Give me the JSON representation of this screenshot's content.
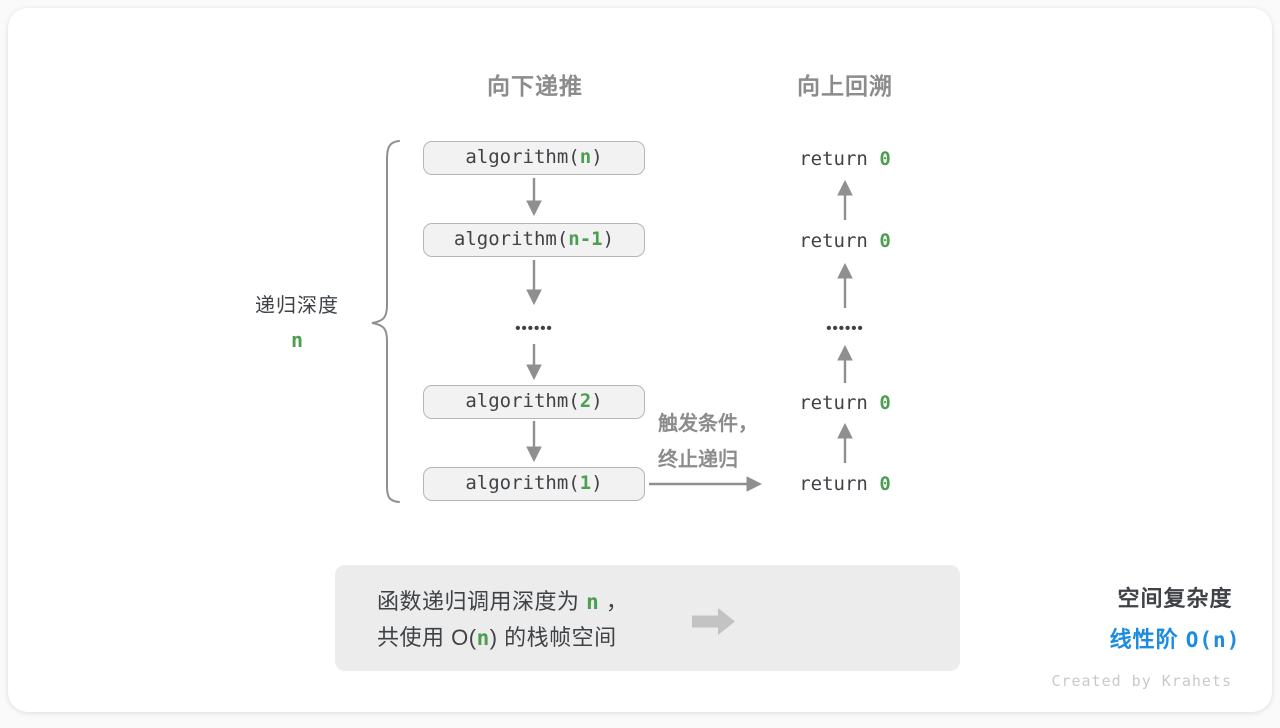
{
  "headers": {
    "descend": "向下递推",
    "backtrack": "向上回溯"
  },
  "depth_label": {
    "text": "递归深度",
    "value": "n"
  },
  "calls": [
    {
      "pre": "algorithm(",
      "arg": "n",
      "post": ")"
    },
    {
      "pre": "algorithm(",
      "arg": "n-1",
      "post": ")"
    },
    {
      "pre": "algorithm(",
      "arg": "2",
      "post": ")"
    },
    {
      "pre": "algorithm(",
      "arg": "1",
      "post": ")"
    }
  ],
  "returns": [
    {
      "pre": "return ",
      "val": "0"
    },
    {
      "pre": "return ",
      "val": "0"
    },
    {
      "pre": "return ",
      "val": "0"
    },
    {
      "pre": "return ",
      "val": "0"
    }
  ],
  "dots": "••••••",
  "trigger_note": {
    "line1": "触发条件，",
    "line2": "终止递归"
  },
  "summary": {
    "left_line1_pre": "函数递归调用深度为 ",
    "left_line1_var": "n",
    "left_line1_post": " ，",
    "left_line2_pre": "共使用 O(",
    "left_line2_var": "n",
    "left_line2_post": ") 的栈帧空间",
    "right_title": "空间复杂度",
    "right_result_pre": "线性阶 ",
    "right_result_formula": "O(n)"
  },
  "watermark": "Created by Krahets",
  "colors": {
    "accent_green": "#4c9e50",
    "accent_blue": "#1b8ce0",
    "gray_label": "#8c8c8c",
    "dark_text": "#3f4347",
    "box_bg": "#f2f2f2",
    "box_border": "#b6b6b6",
    "arrow": "#8f8f8f",
    "summary_bg": "#ececec",
    "big_arrow": "#c3c3c3"
  }
}
